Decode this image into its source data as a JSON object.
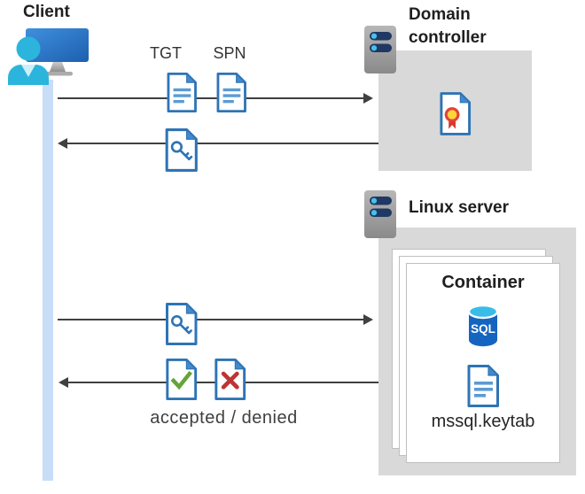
{
  "actors": {
    "client": {
      "label": "Client"
    },
    "domain_controller": {
      "label": "Domain controller"
    },
    "linux_server": {
      "label": "Linux server"
    }
  },
  "container": {
    "label": "Container",
    "sql_badge": "SQL",
    "keytab_filename": "mssql.keytab"
  },
  "messages": {
    "request_tickets": {
      "tgt_label": "TGT",
      "spn_label": "SPN",
      "direction": "client-to-domain-controller"
    },
    "ticket_response": {
      "direction": "domain-controller-to-client"
    },
    "present_ticket": {
      "direction": "client-to-linux-server"
    },
    "auth_result": {
      "label": "accepted / denied",
      "direction": "linux-server-to-client"
    }
  },
  "colors": {
    "doc_blue": "#2E74B5",
    "doc_fold_blue": "#4389CE",
    "doc_line_blue": "#5B9BD5",
    "accepted_green": "#67A33A",
    "denied_red": "#BE3434",
    "arrow_gray": "#404040",
    "box_gray": "#D9D9D9",
    "lifeline_blue": "#C7DDF8",
    "server_bar_navy": "#1F3864",
    "server_dot_blue": "#45C2EA",
    "sql_body_blue": "#1565C0",
    "sql_top_cyan": "#38BDE8",
    "person_cyan": "#2CB5DC",
    "ribbon_red": "#D23B2F",
    "ribbon_gold": "#FFD43C"
  }
}
